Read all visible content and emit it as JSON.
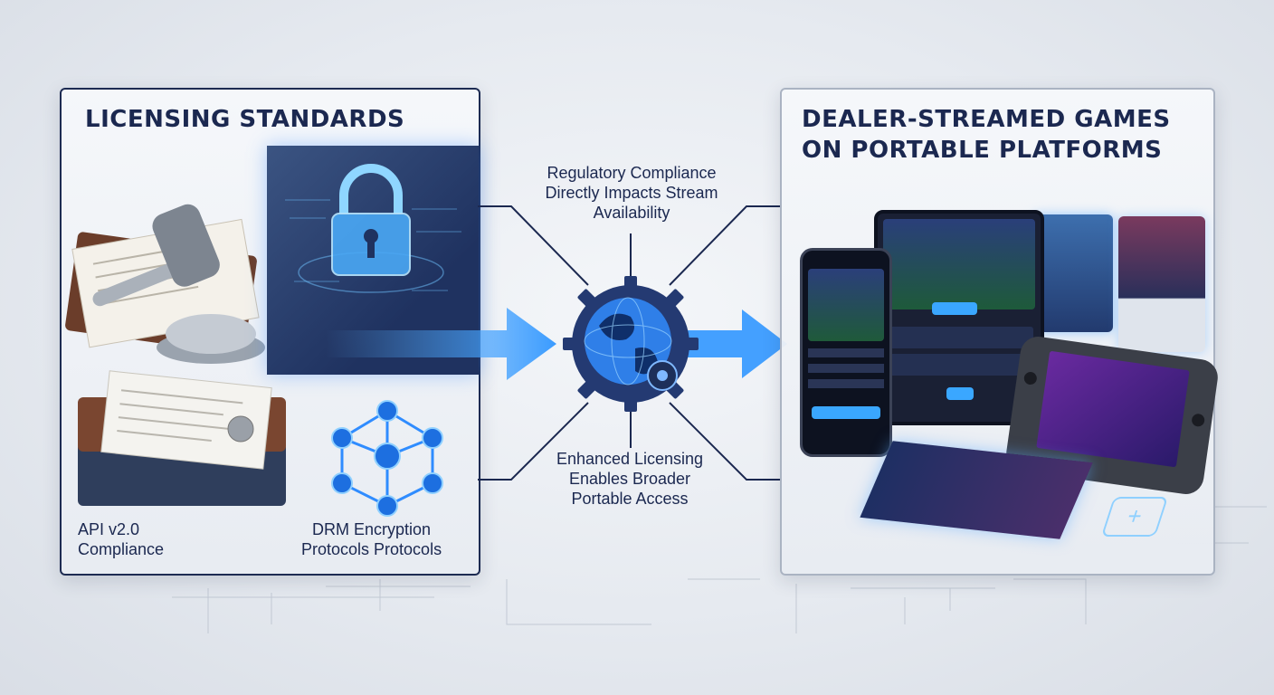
{
  "left_panel": {
    "title": "LICENSING STANDARDS",
    "caption_api": "API v2.0\nCompliance",
    "caption_drm": "DRM Encryption\nProtocols Protocols"
  },
  "right_panel": {
    "title": "DEALER-STREAMED GAMES\nON PORTABLE PLATFORMS"
  },
  "center": {
    "top_text": "Regulatory Compliance\nDirectly Impacts Stream\nAvailability",
    "bottom_text": "Enhanced Licensing\nEnables Broader\nPortable Access"
  },
  "colors": {
    "navy": "#1b2850",
    "accent_blue": "#2f8cff",
    "glow": "#5fb6ff"
  },
  "icons": [
    "gavel-icon",
    "padlock-icon",
    "books-icon",
    "network-icon",
    "globe-gear-icon",
    "phone-icon",
    "tablet-icon",
    "handheld-console-icon"
  ]
}
